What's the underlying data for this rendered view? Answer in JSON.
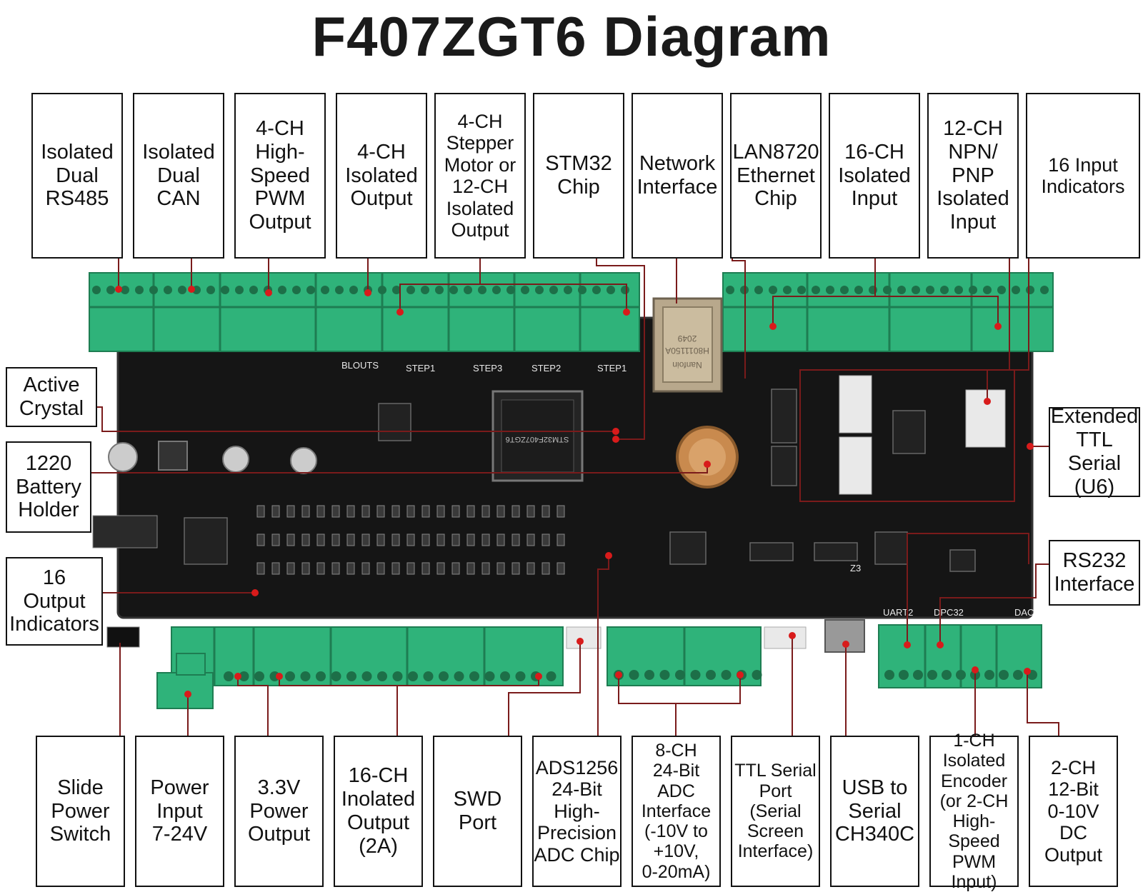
{
  "title": "F407ZGT6 Diagram",
  "top_labels": [
    {
      "id": "isolated-dual-rs485",
      "text": "Isolated\nDual\nRS485"
    },
    {
      "id": "isolated-dual-can",
      "text": "Isolated\nDual\nCAN"
    },
    {
      "id": "4ch-high-speed-pwm-output",
      "text": "4-CH\nHigh-\nSpeed\nPWM\nOutput"
    },
    {
      "id": "4ch-isolated-output",
      "text": "4-CH\nIsolated\nOutput"
    },
    {
      "id": "4ch-stepper-motor",
      "text": "4-CH\nStepper\nMotor or\n12-CH\nIsolated\nOutput"
    },
    {
      "id": "stm32-chip",
      "text": "STM32\nChip"
    },
    {
      "id": "network-interface",
      "text": "Network\nInterface"
    },
    {
      "id": "lan8720-ethernet-chip",
      "text": "LAN8720\nEthernet\nChip"
    },
    {
      "id": "16ch-isolated-input",
      "text": "16-CH\nIsolated\nInput"
    },
    {
      "id": "12ch-npn-pnp-isolated-input",
      "text": "12-CH\nNPN/\nPNP\nIsolated\nInput"
    },
    {
      "id": "16-input-indicators",
      "text": "16 Input\nIndicators"
    }
  ],
  "left_labels": [
    {
      "id": "active-crystal",
      "text": "Active\nCrystal"
    },
    {
      "id": "1220-battery-holder",
      "text": "1220\nBattery\nHolder"
    },
    {
      "id": "16-output-indicators",
      "text": "16\nOutput\nIndicators"
    }
  ],
  "right_labels": [
    {
      "id": "extended-ttl-serial",
      "text": "Extended\nTTL Serial\n(U6)"
    },
    {
      "id": "rs232-interface",
      "text": "RS232\nInterface"
    }
  ],
  "bottom_labels": [
    {
      "id": "slide-power-switch",
      "text": "Slide\nPower\nSwitch"
    },
    {
      "id": "power-input",
      "text": "Power\nInput\n7-24V"
    },
    {
      "id": "3v3-power-output",
      "text": "3.3V\nPower\nOutput"
    },
    {
      "id": "16ch-inolated-output",
      "text": "16-CH\nInolated\nOutput\n(2A)"
    },
    {
      "id": "swd-port",
      "text": "SWD\nPort"
    },
    {
      "id": "ads1256-adc-chip",
      "text": "ADS1256\n24-Bit\nHigh-\nPrecision\nADC Chip"
    },
    {
      "id": "8ch-24bit-adc-interface",
      "text": "8-CH\n24-Bit\nADC\nInterface\n(-10V to\n+10V,\n0-20mA)"
    },
    {
      "id": "ttl-serial-port",
      "text": "TTL Serial\nPort\n(Serial\nScreen\nInterface)"
    },
    {
      "id": "usb-to-serial-ch340c",
      "text": "USB to\nSerial\nCH340C"
    },
    {
      "id": "1ch-isolated-encoder",
      "text": "1-CH\nIsolated\nEncoder\n(or 2-CH\nHigh-Speed\nPWM Input)"
    },
    {
      "id": "2ch-12bit-dc-output",
      "text": "2-CH\n12-Bit\n0-10V\nDC Output"
    }
  ],
  "board_silkscreen": {
    "bl_outs": "BLOUTS",
    "step1": "STEP1",
    "step3": "STEP3",
    "step2": "STEP2",
    "step1b": "STEP1",
    "chip": "STM32F407ZGT6",
    "rj45_brand": "Nanfoin",
    "rj45_code": "H8011150A",
    "rj45_year": "2049",
    "uart": "UART2",
    "dpc": "DPC32",
    "dac": "DAC",
    "z3": "Z3"
  },
  "colors": {
    "terminal_green": "#2fb37a",
    "pcb_black": "#151515",
    "marker_red": "#d81b1b",
    "line_dark_red": "#7a1b1b"
  }
}
